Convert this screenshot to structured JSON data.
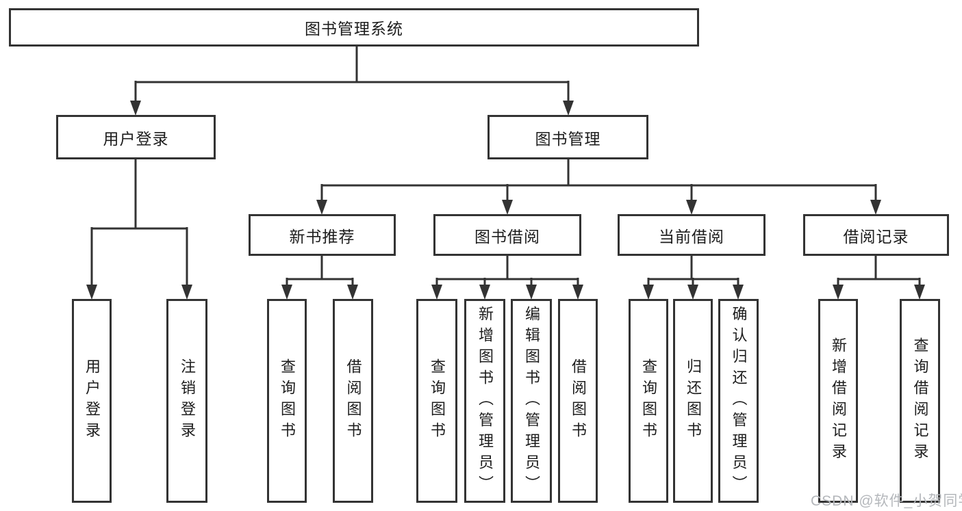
{
  "diagram": {
    "title": "图书管理系统",
    "tree": {
      "label": "图书管理系统",
      "children": [
        {
          "label": "用户登录",
          "children": [
            {
              "label": "用户登录"
            },
            {
              "label": "注销登录"
            }
          ]
        },
        {
          "label": "图书管理",
          "children": [
            {
              "label": "新书推荐",
              "children": [
                {
                  "label": "查询图书"
                },
                {
                  "label": "借阅图书"
                }
              ]
            },
            {
              "label": "图书借阅",
              "children": [
                {
                  "label": "查询图书"
                },
                {
                  "label": "新增图书（管理员）"
                },
                {
                  "label": "编辑图书（管理员）"
                },
                {
                  "label": "借阅图书"
                }
              ]
            },
            {
              "label": "当前借阅",
              "children": [
                {
                  "label": "查询图书"
                },
                {
                  "label": "归还图书"
                },
                {
                  "label": "确认归还（管理员）"
                }
              ]
            },
            {
              "label": "借阅记录",
              "children": [
                {
                  "label": "新增借阅记录"
                },
                {
                  "label": "查询借阅记录"
                }
              ]
            }
          ]
        }
      ]
    },
    "colors": {
      "line": "#333333",
      "text": "#1d1d1d",
      "background": "#ffffff",
      "watermark": "#b4b7bb"
    }
  },
  "watermark": {
    "text": "CSDN @软件_小贺同学"
  }
}
